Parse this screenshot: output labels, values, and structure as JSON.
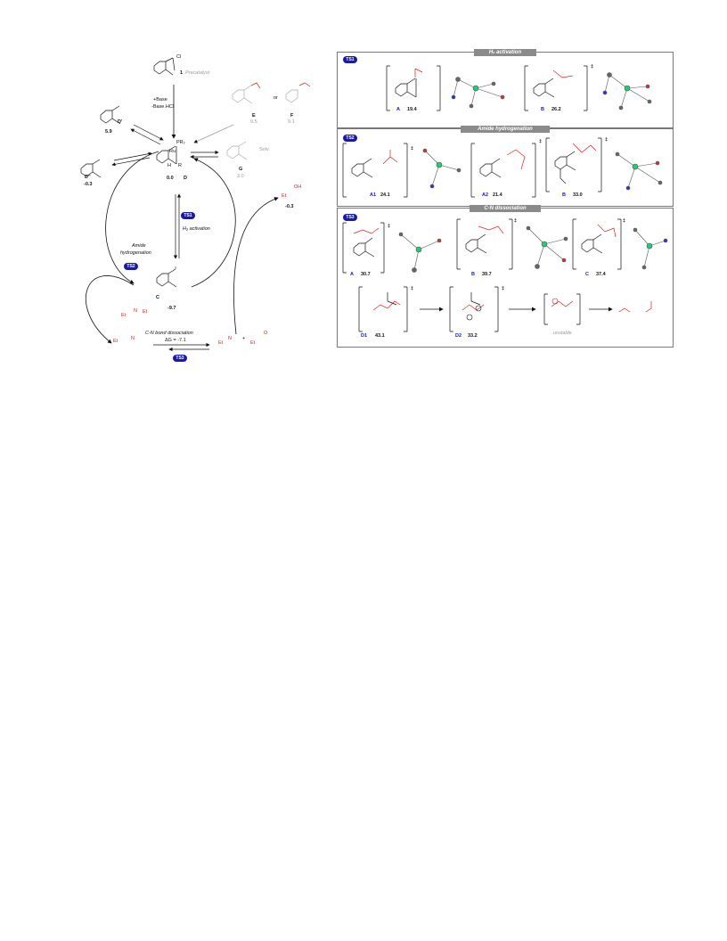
{
  "cycle": {
    "precatalyst": {
      "number": "1",
      "label": "Precatalyst",
      "atom_cl": "Cl"
    },
    "base_step": {
      "line1": "+Base",
      "line2": "-Base.HCl"
    },
    "species": [
      {
        "id": "D",
        "energy": "0.0",
        "pr": "PR₂",
        "ru": "Ru",
        "h": "H",
        "r": "R",
        "n": "N"
      },
      {
        "id": "D'",
        "energy": "5.9"
      },
      {
        "id": "D''",
        "energy": "-0.3"
      },
      {
        "id": "E",
        "energy": "9.5"
      },
      {
        "id": "F",
        "energy": "9.1"
      },
      {
        "id": "G",
        "energy": "3.0",
        "solv": "Solv"
      },
      {
        "id": "C",
        "energy": "-9.7"
      }
    ],
    "or_text": "or",
    "ts1": {
      "pill": "TS1",
      "label": "H₂ activation"
    },
    "ts2": {
      "pill": "TS2",
      "label_line1": "Amide",
      "label_line2": "hydrogenation"
    },
    "ts3": {
      "pill": "TS3",
      "label": "C-N bond dissociation",
      "delta_g": "ΔG = -7.1"
    },
    "alcohol_energy": "-0.3",
    "et": "Et",
    "oh": "OH",
    "o": "O",
    "nh": "N",
    "plus": "+"
  },
  "panels": {
    "ts1": {
      "pill": "TS1",
      "header": "H₂ activation",
      "items": [
        {
          "id": "A",
          "energy": "19.4"
        },
        {
          "id": "B",
          "energy": "26.2"
        }
      ]
    },
    "ts2": {
      "pill": "TS2",
      "header": "Amide hydrogenation",
      "items": [
        {
          "id": "A1",
          "energy": "24.1"
        },
        {
          "id": "A2",
          "energy": "21.4"
        },
        {
          "id": "B",
          "energy": "33.0"
        }
      ]
    },
    "ts3": {
      "pill": "TS3",
      "header": "C-N dissociation",
      "items": [
        {
          "id": "A",
          "energy": "30.7"
        },
        {
          "id": "B",
          "energy": "39.7"
        },
        {
          "id": "C",
          "energy": "37.4"
        }
      ],
      "items_row2": [
        {
          "id": "D1",
          "energy": "43.1"
        },
        {
          "id": "D2",
          "energy": "33.2"
        }
      ],
      "unstable": "unstable"
    }
  },
  "dagger": "‡",
  "colors": {
    "red": "#d42222",
    "blue": "#1a1aa8",
    "grey": "#9a9a9a"
  }
}
